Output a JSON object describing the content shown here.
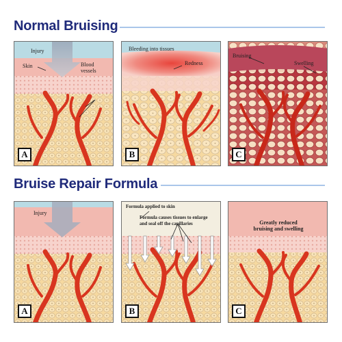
{
  "sections": [
    {
      "title": "Normal Bruising",
      "panels": [
        {
          "letter": "A",
          "labels": {
            "injury": "Injury",
            "skin": "Skin",
            "blood_vessels": "Blood\nvessels"
          }
        },
        {
          "letter": "B",
          "labels": {
            "bleeding": "Bleeding into tissues",
            "redness": "Redness"
          }
        },
        {
          "letter": "C",
          "labels": {
            "bruising": "Bruising",
            "swelling": "Swelling"
          }
        }
      ]
    },
    {
      "title": "Bruise Repair Formula",
      "panels": [
        {
          "letter": "A",
          "labels": {
            "injury": "Injury"
          }
        },
        {
          "letter": "B",
          "labels": {
            "formula": "Formula applied to skin",
            "causes": "Formula causes tissues to enlarge\nand seal off the capillaries"
          }
        },
        {
          "letter": "C",
          "labels": {
            "reduced": "Greatly reduced\nbruising and swelling"
          }
        }
      ]
    }
  ],
  "colors": {
    "title": "#1f2a7a",
    "title_line": "#a9c6ea",
    "epidermis_top": "#b9dbe4",
    "skin_pink": "#f2b9b0",
    "tissue": "#f6d9a0",
    "cell_stroke": "#c9b494",
    "vessel": "#d8351f",
    "redness": "#e8453c",
    "bruise_cells": "#c0303a"
  },
  "icons": [
    "arrow-down-icon",
    "white-arrows-icon"
  ]
}
